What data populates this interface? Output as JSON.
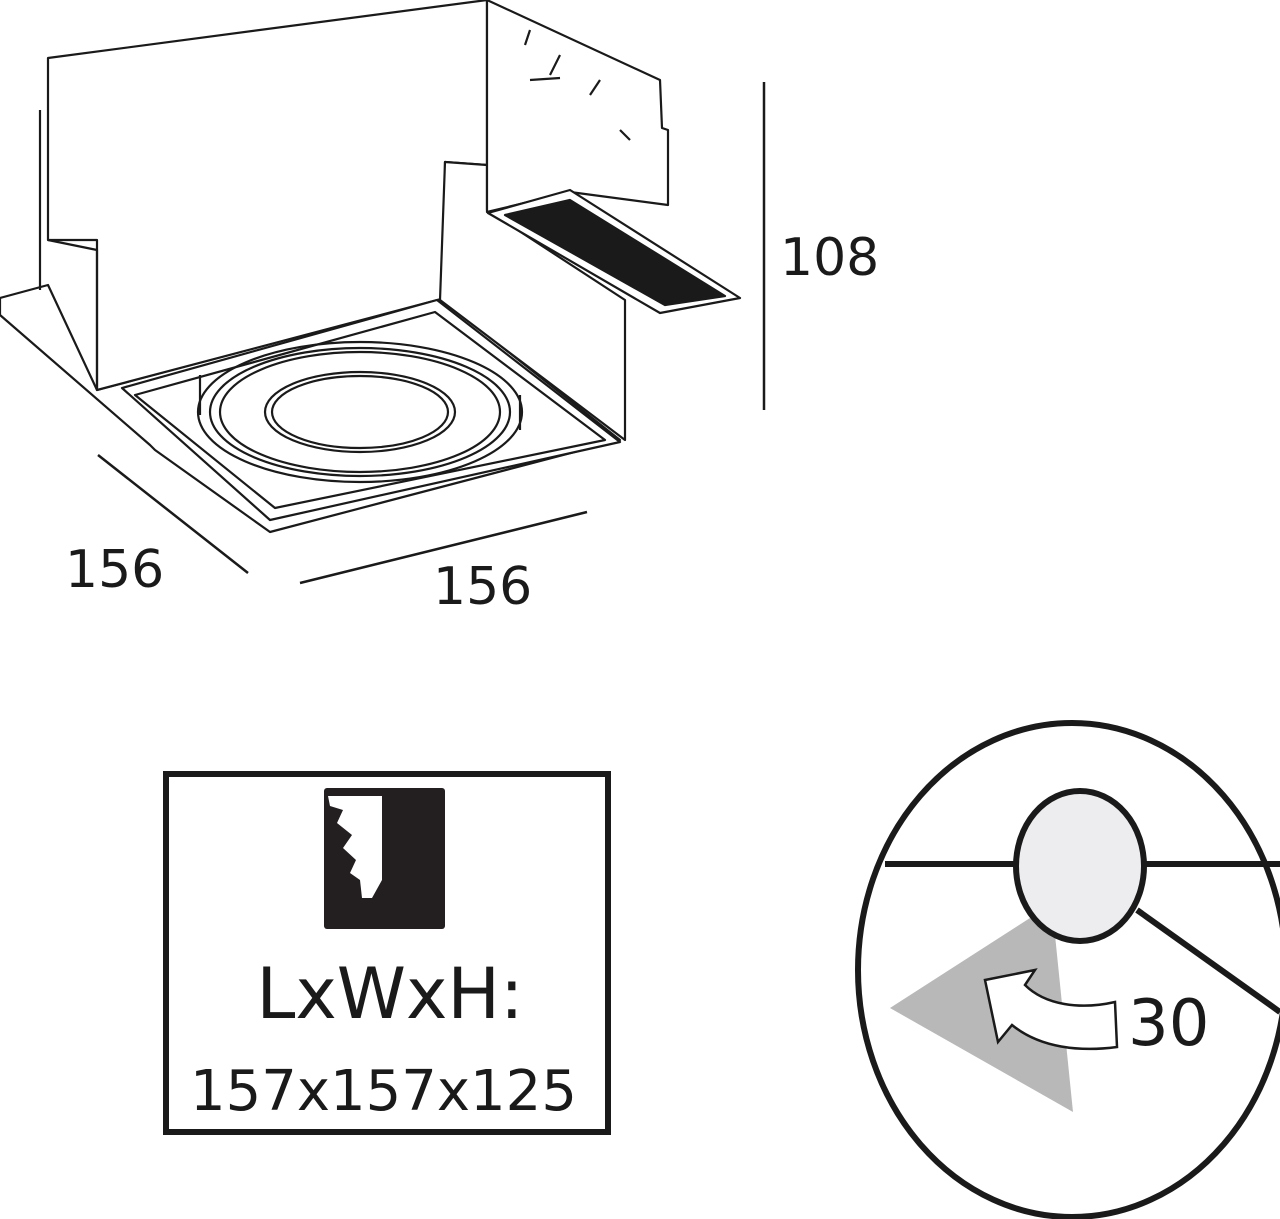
{
  "drawing": {
    "height_dim": "108",
    "depth_dim": "156",
    "width_dim": "156"
  },
  "spec_box": {
    "icon": "cutout-install-icon",
    "label": "LxWxH:",
    "value": "157x157x125"
  },
  "tilt": {
    "icon": "tilt-rotation-icon",
    "angle": "30"
  },
  "colors": {
    "line": "#1a1a1a",
    "shade": "#b0b0b0",
    "lamp": "#ededf0"
  }
}
